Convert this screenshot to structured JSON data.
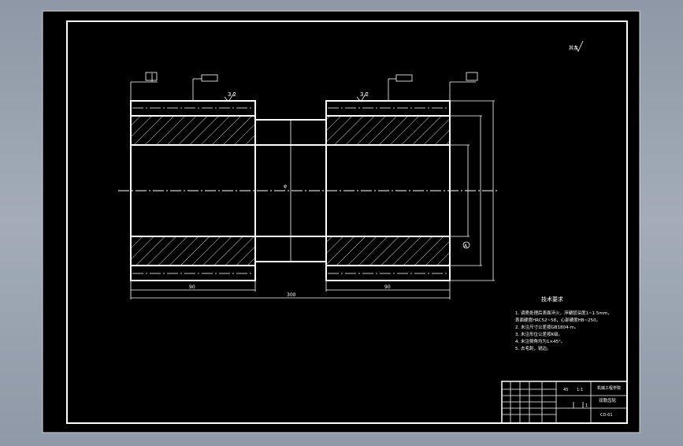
{
  "colors": {
    "background": "#9aa3b0",
    "paper": "#000000",
    "line": "#ffffff",
    "hatch": "#cfcfcf"
  },
  "drawing": {
    "corner_roughness_note": "其余",
    "roughness_left": "3.2",
    "roughness_right": "3.2",
    "datum_label": "A",
    "dim_left_length": "90",
    "dim_total_length": "300",
    "dim_right_length": "90",
    "centerline_label": "φ"
  },
  "tech_requirements": {
    "title": "技术要求",
    "items": [
      "1. 调质处理后表面淬火，淬硬层深度1~1.5mm，",
      "   表面硬度HRC52~58，心部硬度HB~250。",
      "2. 未注尺寸公差按GB1804-m。",
      "3. 未注形位公差按K级。",
      "4. 未注倒角均为1×45°。",
      "5. 去毛刺，锐边。"
    ]
  },
  "title_block": {
    "material": "45",
    "scale": "1:1",
    "part_name": "双联齿轮",
    "school": "机械工程学院",
    "drawing_no": "CD-01",
    "sheet": "1"
  }
}
